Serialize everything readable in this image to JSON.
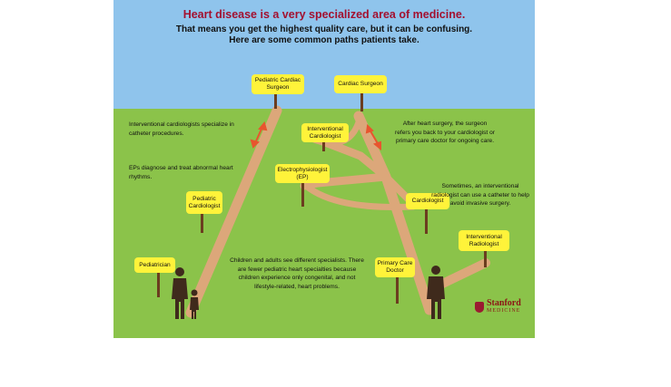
{
  "header": {
    "title": "Heart disease is a very specialized area of medicine.",
    "subtitle_line1": "That means you get the highest quality care, but it can be confusing.",
    "subtitle_line2": "Here are some common paths patients take."
  },
  "signs": {
    "pediatric_cardiac_surgeon": "Pediatric Cardiac Surgeon",
    "cardiac_surgeon": "Cardiac Surgeon",
    "interventional_cardiologist": "Interventional Cardiologist",
    "electrophysiologist": "Electrophysiologist (EP)",
    "pediatric_cardiologist": "Pediatric Cardiologist",
    "cardiologist": "Cardiologist",
    "interventional_radiologist": "Interventional Radiologist",
    "pediatrician": "Pediatrician",
    "primary_care_doctor": "Primary Care Doctor"
  },
  "notes": {
    "interventional": "Interventional cardiologists specialize in catheter procedures.",
    "eps": "EPs diagnose and treat abnormal heart rhythms.",
    "after_surgery": "After heart surgery, the surgeon refers you back to your cardiologist or primary care doctor for ongoing care.",
    "radiologist": "Sometimes, an interventional radiologist can use a catheter to help avoid invasive surgery.",
    "children_adults": "Children and adults see different specialists. There are fewer pediatric heart specialties because children experience only congenital, and not lifestyle-related, heart problems."
  },
  "logo": {
    "name": "Stanford",
    "sub": "MEDICINE"
  },
  "colors": {
    "sky": "#8fc4ec",
    "grass": "#8bc34a",
    "path": "#dca77a",
    "sign": "#fff33a",
    "title": "#a3102f",
    "arrow": "#e8552e",
    "figure": "#3f2a1c"
  },
  "icons": [
    "adult-with-child-icon",
    "person-icon",
    "double-arrow-icon",
    "stanford-logo-icon"
  ]
}
